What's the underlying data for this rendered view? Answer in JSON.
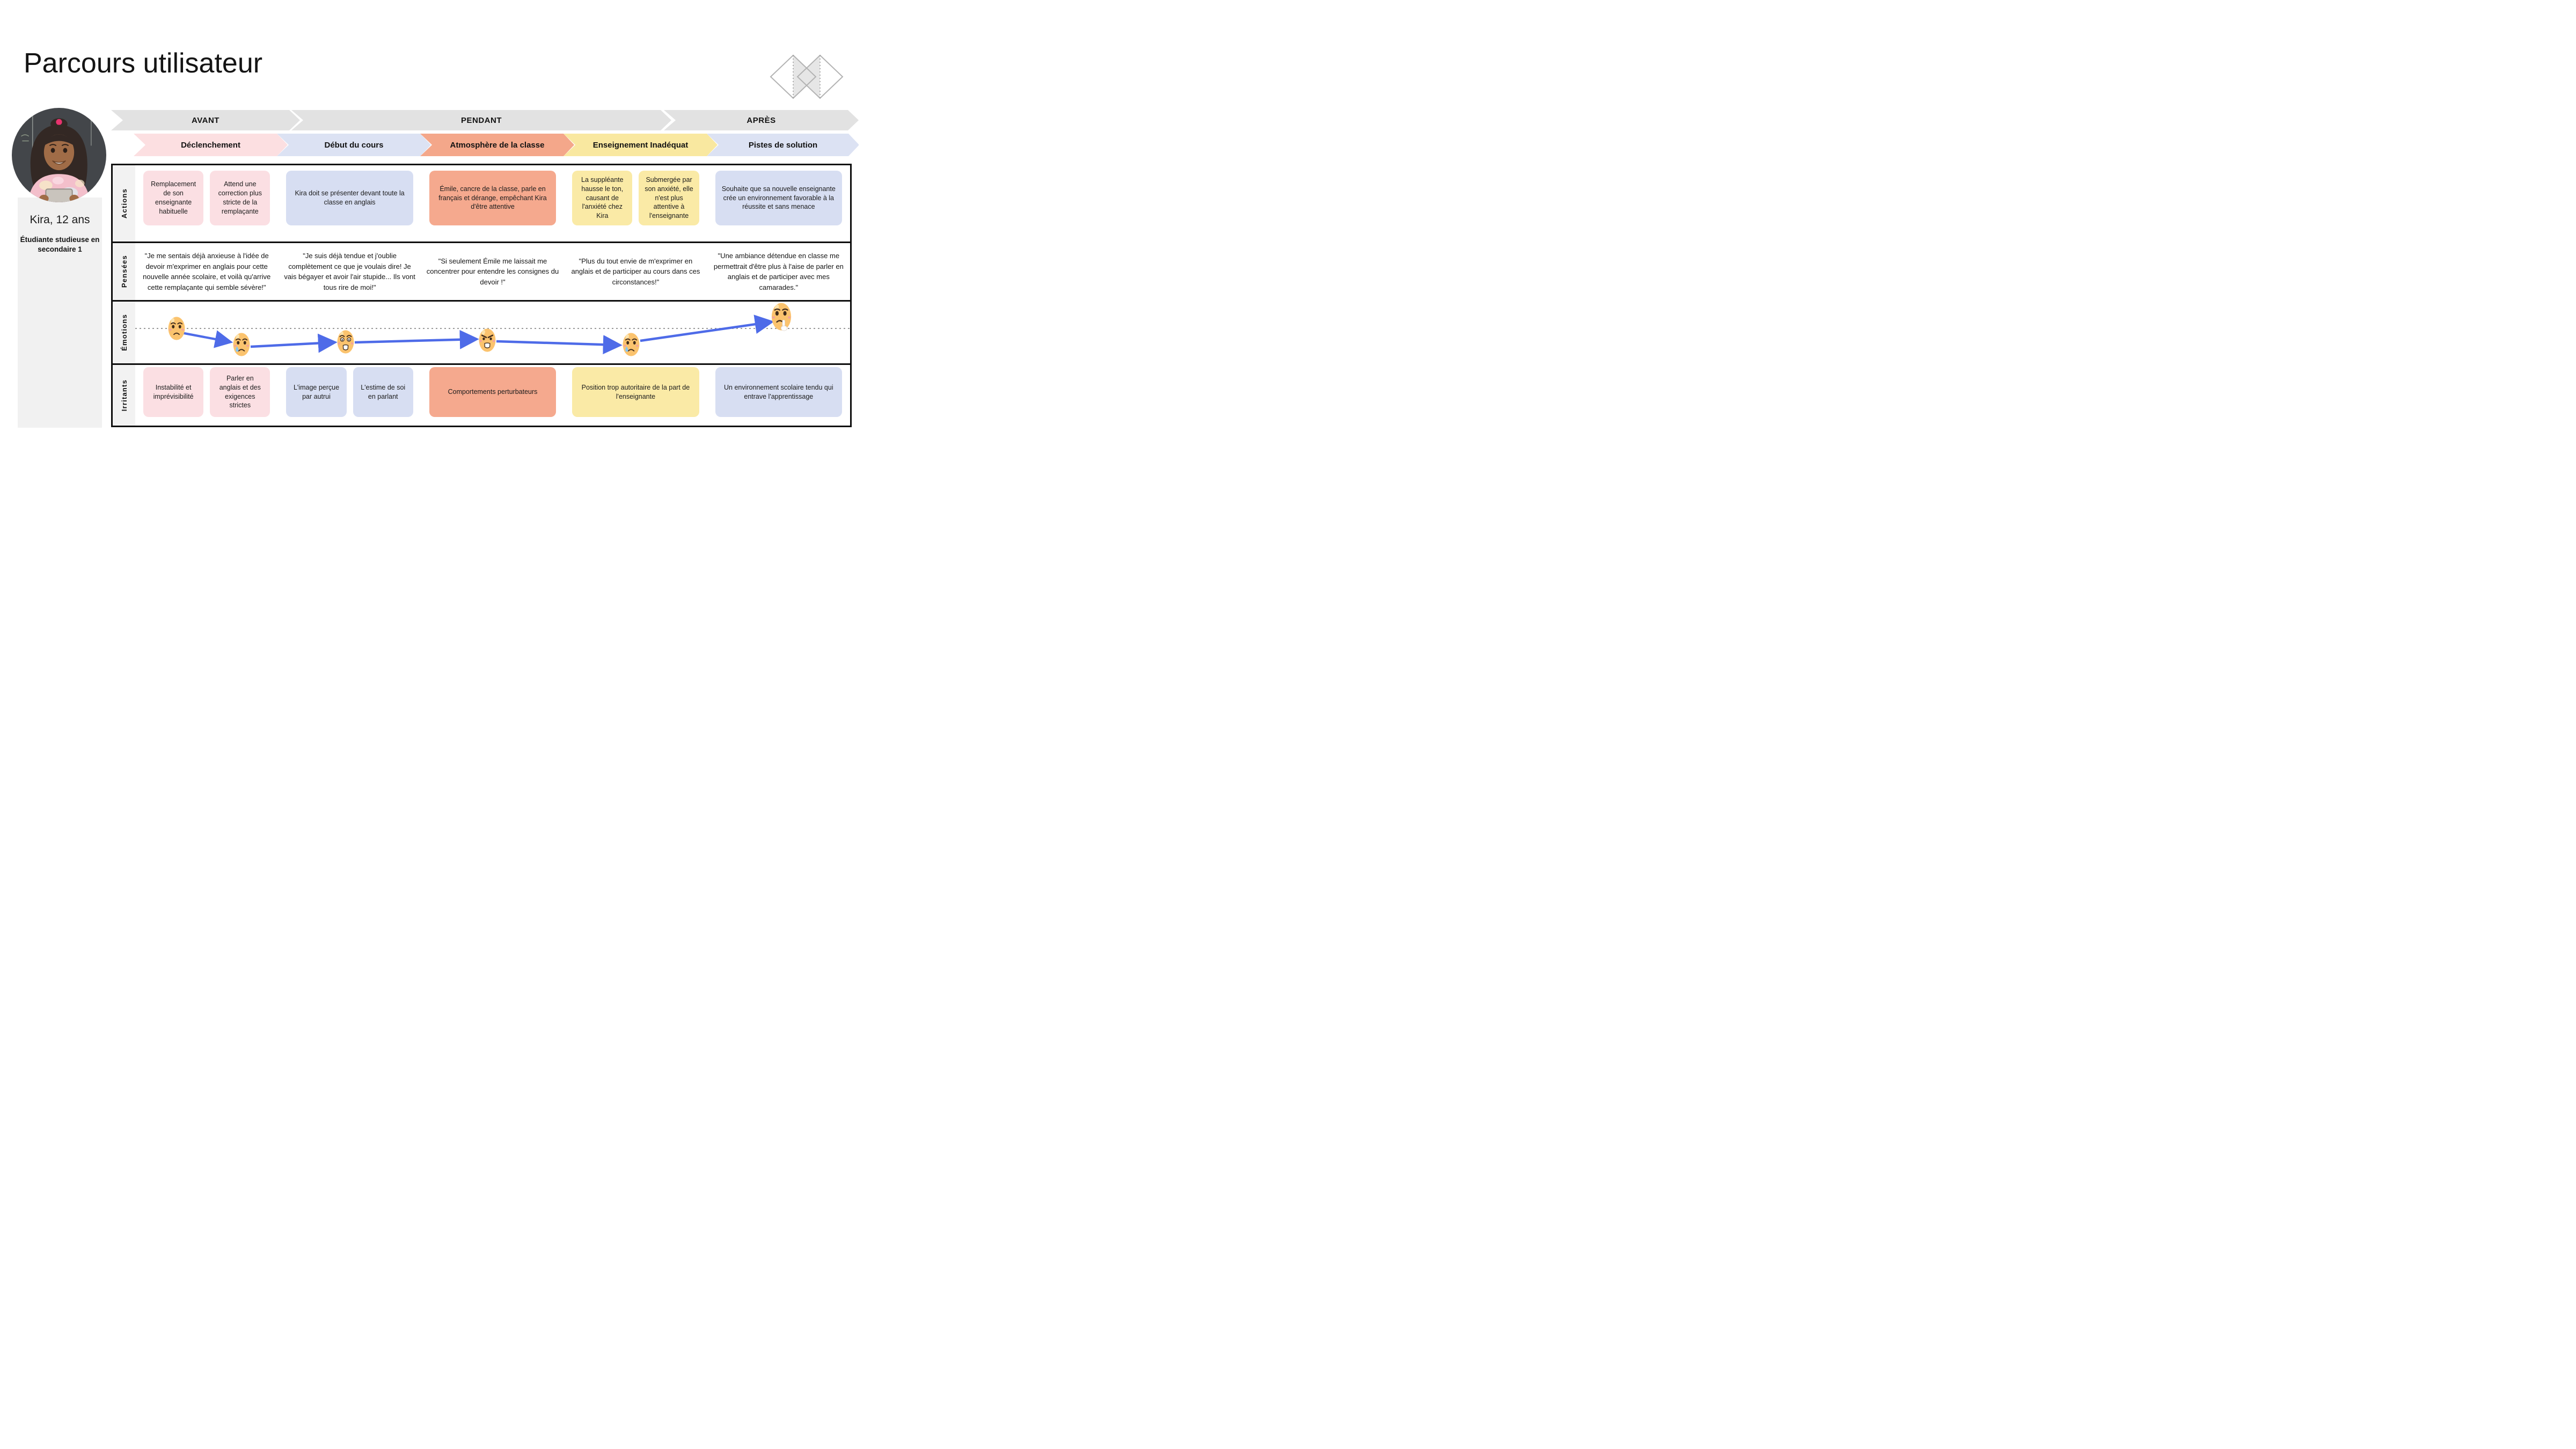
{
  "page": {
    "title": "Parcours utilisateur"
  },
  "logo": {
    "description": "double-diamond-logo"
  },
  "persona": {
    "name": "Kira, 12 ans",
    "description": "Étudiante studieuse en secondaire 1",
    "photo": "portrait de Kira tenant une tablette devant un tableau noir"
  },
  "phases": [
    {
      "label": "AVANT"
    },
    {
      "label": "PENDANT"
    },
    {
      "label": "APRÈS"
    }
  ],
  "stages": [
    {
      "label": "Déclenchement",
      "color": "#fcdfe1"
    },
    {
      "label": "Début du cours",
      "color": "#dce2f3"
    },
    {
      "label": "Atmosphère de la classe",
      "color": "#f4a78a"
    },
    {
      "label": "Enseignement Inadéquat",
      "color": "#f9e8a0"
    },
    {
      "label": "Pistes de solution",
      "color": "#dce2f3"
    }
  ],
  "rows": {
    "actions": {
      "label": "Actions",
      "cells": [
        [
          "Remplacement de son enseignante habituelle",
          "Attend une correction plus stricte de la remplaçante"
        ],
        [
          "Kira doit se présenter devant toute la classe en anglais"
        ],
        [
          "Émile, cancre de la classe, parle en français et dérange, empêchant Kira d'être attentive"
        ],
        [
          "La suppléante hausse le ton, causant de l'anxiété chez Kira",
          "Submergée par son anxiété, elle n'est plus attentive à l'enseignante"
        ],
        [
          "Souhaite que sa nouvelle enseignante crée un environnement favorable à la réussite et sans menace"
        ]
      ]
    },
    "pensees": {
      "label": "Pensées",
      "cells": [
        "\"Je me sentais déjà anxieuse à l'idée de devoir m'exprimer en anglais pour cette nouvelle année scolaire, et voilà qu'arrive cette remplaçante qui semble sévère!\"",
        "\"Je suis déjà tendue et j'oublie complètement ce que je voulais dire! Je vais bégayer et avoir l'air stupide... Ils vont tous rire de moi!\"",
        "\"Si seulement Émile me laissait me concentrer pour entendre les consignes du devoir !\"",
        "\"Plus du tout envie de m'exprimer en anglais et de participer au cours dans ces circonstances!\"",
        "\"Une ambiance détendue en classe me permettrait d'être plus à l'aise de parler en anglais et de participer avec mes camarades.\""
      ]
    },
    "emotions": {
      "label": "Émotions",
      "points": [
        {
          "emoji": "worried",
          "level": "baseline"
        },
        {
          "emoji": "sad-tear",
          "level": "low"
        },
        {
          "emoji": "anguished",
          "level": "low"
        },
        {
          "emoji": "angry",
          "level": "low"
        },
        {
          "emoji": "sad-tear",
          "level": "low"
        },
        {
          "emoji": "thinking",
          "level": "high"
        }
      ]
    },
    "irritants": {
      "label": "Irritants",
      "cells": [
        [
          "Instabilité et imprévisibilité",
          "Parler en anglais et des exigences strictes"
        ],
        [
          "L'image perçue par autrui",
          "L'estime de soi en parlant"
        ],
        [
          "Comportements perturbateurs"
        ],
        [
          "Position trop autoritaire de la part de l'enseignante"
        ],
        [
          "Un environnement scolaire tendu qui entrave l'apprentissage"
        ]
      ]
    }
  },
  "palette": {
    "pink": "#fbdfe3",
    "lavender": "#d7def2",
    "salmon": "#f5a98e",
    "yellow": "#faeaa6",
    "phase_gray": "#e2e2e2",
    "arrow_blue": "#4e6be8",
    "emoji_face": "#fbc36e",
    "panel_gray": "#f1f1f1"
  }
}
